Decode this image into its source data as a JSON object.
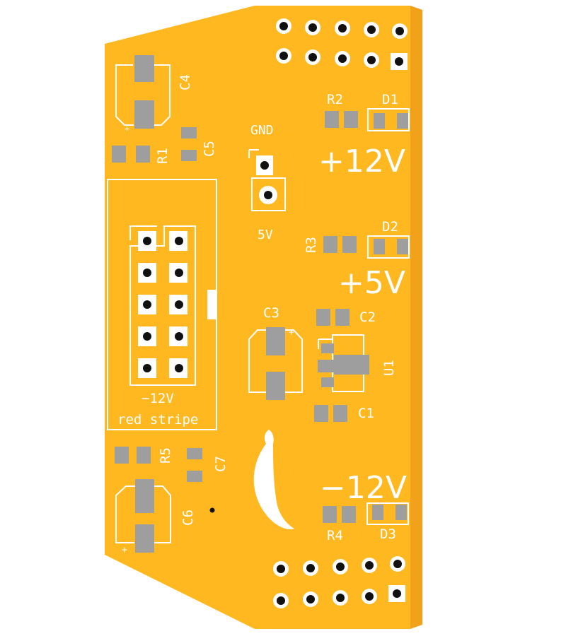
{
  "board": {
    "colors": {
      "board_front": "#ffb81f",
      "board_side": "#f5a21a",
      "silkscreen": "#ffffff",
      "pad": "#9e9e9e",
      "hole": "#111111"
    },
    "labels": {
      "gnd": "GND",
      "v5_small": "5V",
      "v12_plus": "+12V",
      "v5_plus": "+5V",
      "v12_minus": "−12V",
      "header_polarity": "−12V",
      "header_stripe": "red stripe",
      "plus_sign": "+"
    },
    "components": {
      "C1": "C1",
      "C2": "C2",
      "C3": "C3",
      "C4": "C4",
      "C5": "C5",
      "C6": "C6",
      "C7": "C7",
      "R1": "R1",
      "R2": "R2",
      "R3": "R3",
      "R4": "R4",
      "R5": "R5",
      "D1": "D1",
      "D2": "D2",
      "D3": "D3",
      "U1": "U1"
    },
    "icons": {
      "logo": "banana-logo-icon"
    }
  }
}
